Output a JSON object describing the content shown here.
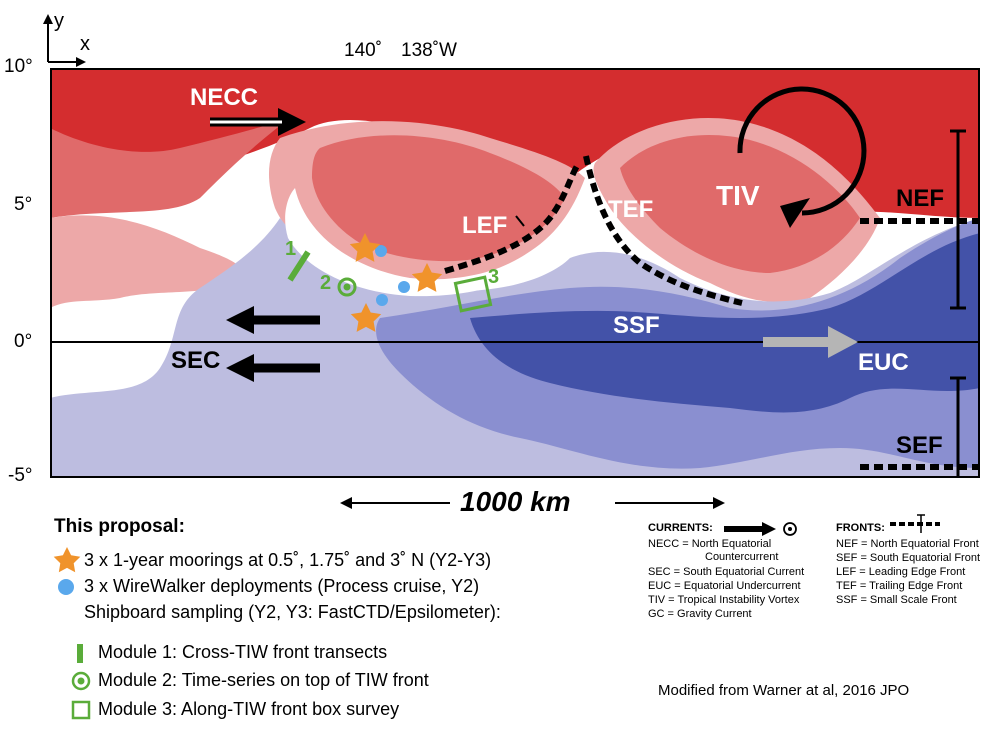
{
  "axes_indicator": {
    "y_label": "y",
    "x_label": "x"
  },
  "longitude_labels": [
    "140˚",
    "138˚W"
  ],
  "latitude_labels": [
    "10°",
    "5°",
    "0°",
    "-5°"
  ],
  "map_labels": {
    "necc": "NECC",
    "sec": "SEC",
    "ssf": "SSF",
    "euc": "EUC",
    "lef": "LEF",
    "tef": "TEF",
    "tiv": "TIV",
    "nef": "NEF",
    "sef": "SEF",
    "module_1": "1",
    "module_2": "2",
    "module_3": "3"
  },
  "scale": {
    "label": "1000 km"
  },
  "colors": {
    "warm_dark": "#d42d2f",
    "warm_mid": "#e06a6a",
    "warm_light": "#eda8a8",
    "cool_light": "#bdbde0",
    "cool_mid": "#8a8fd0",
    "cool_dark": "#4352a8",
    "star": "#f0932b",
    "wirewalker": "#5aa8ec",
    "module": "#5aac3a",
    "gray_arrow": "#b5b5b5"
  },
  "legend": {
    "title": "This proposal:",
    "moorings": "3 x 1-year moorings at 0.5˚, 1.75˚ and 3˚ N (Y2-Y3)",
    "wirewalker": "3 x WireWalker deployments (Process cruise, Y2)",
    "shipboard": "Shipboard sampling (Y2, Y3: FastCTD/Epsilometer):",
    "module_1": "Module 1: Cross-TIW front transects",
    "module_2": "Module 2: Time-series on top of TIW front",
    "module_3": "Module 3: Along-TIW front box survey"
  },
  "currents_legend": {
    "title": "CURRENTS:",
    "items": [
      "NECC = North Equatorial",
      "Countercurrent",
      "SEC   = South Equatorial Current",
      "EUC   = Equatorial Undercurrent",
      "TIV    = Tropical Instability Vortex",
      "GC     = Gravity Current"
    ]
  },
  "fronts_legend": {
    "title": "FRONTS:",
    "items": [
      "NEF = North Equatorial Front",
      "SEF = South Equatorial Front",
      "LEF = Leading Edge Front",
      "TEF = Trailing Edge Front",
      "SSF = Small Scale Front"
    ]
  },
  "credit": "Modified from Warner at al, 2016 JPO"
}
